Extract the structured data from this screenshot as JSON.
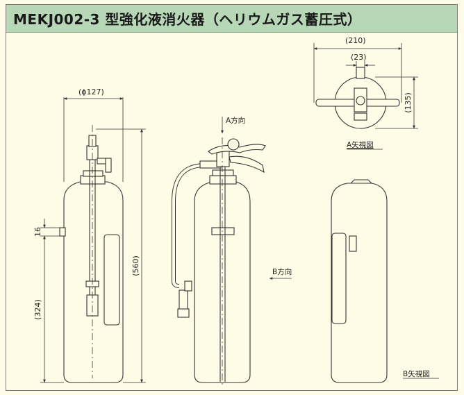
{
  "title": "MEKJ002-3 型強化液消火器（ヘリウムガス蓄圧式）",
  "dimensions": {
    "diameter": "(ϕ127)",
    "height": "(560)",
    "nozzle_height": "(324)",
    "nozzle_offset": "16",
    "top_width": "(210)",
    "valve_width": "(23)",
    "top_depth": "(135)"
  },
  "labels": {
    "direction_a": "A方向",
    "direction_b": "B方向",
    "view_a": "A矢視図",
    "view_b": "B矢視図"
  },
  "colors": {
    "background": "#fffbe6",
    "title_bar": "#b7d7b6",
    "line": "#333333"
  }
}
